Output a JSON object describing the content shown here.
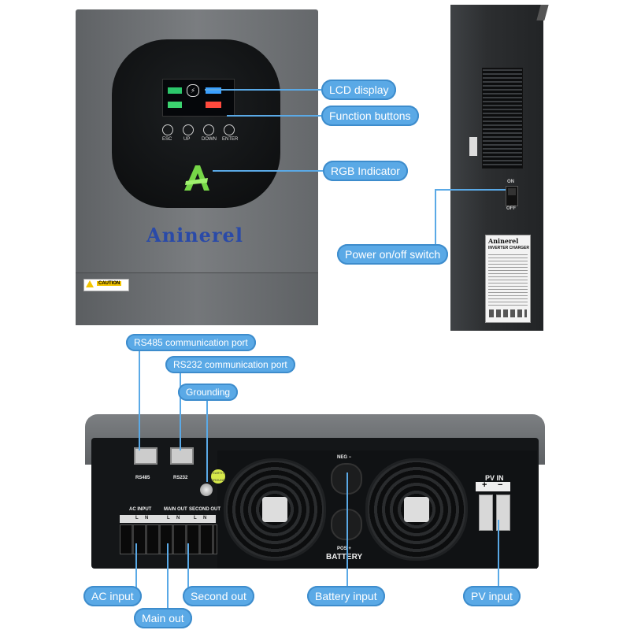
{
  "brand": "Aninerel",
  "callouts": {
    "lcd_display": "LCD display",
    "function_buttons": "Function buttons",
    "rgb_indicator": "RGB Indicator",
    "power_switch": "Power on/off switch",
    "rs485_port": "RS485 communication port",
    "rs232_port": "RS232 communication port",
    "grounding": "Grounding",
    "ac_input": "AC input",
    "main_out": "Main out",
    "second_out": "Second out",
    "battery_input": "Battery input",
    "pv_input": "PV input"
  },
  "front": {
    "caution_label": "CAUTION",
    "button_labels": [
      "ESC",
      "UP",
      "DOWN",
      "ENTER"
    ]
  },
  "side": {
    "switch_on": "ON",
    "switch_off": "OFF",
    "spec_brand": "Aninerel",
    "spec_title": "INVERTER CHARGER"
  },
  "bottom": {
    "rs485": "RS485",
    "rs232": "RS232",
    "ac_input": "AC INPUT",
    "main_out": "MAIN OUT",
    "second_out": "SECOND OUT",
    "terminal_letters": [
      "L",
      "N"
    ],
    "neg": "NEG −",
    "pos": "POS +",
    "battery": "BATTERY",
    "pv_in": "PV  IN",
    "pv_plus": "+",
    "pv_minus": "−",
    "earth_sticker": "EARTH GROUND"
  },
  "colors": {
    "callout": "#5aa9e6",
    "case_grey": "#6f7275",
    "panel_black": "#121416",
    "accent_green": "#7be04a",
    "brand_blue": "#2a4aa8",
    "brand_yellow": "#e8c21a"
  }
}
